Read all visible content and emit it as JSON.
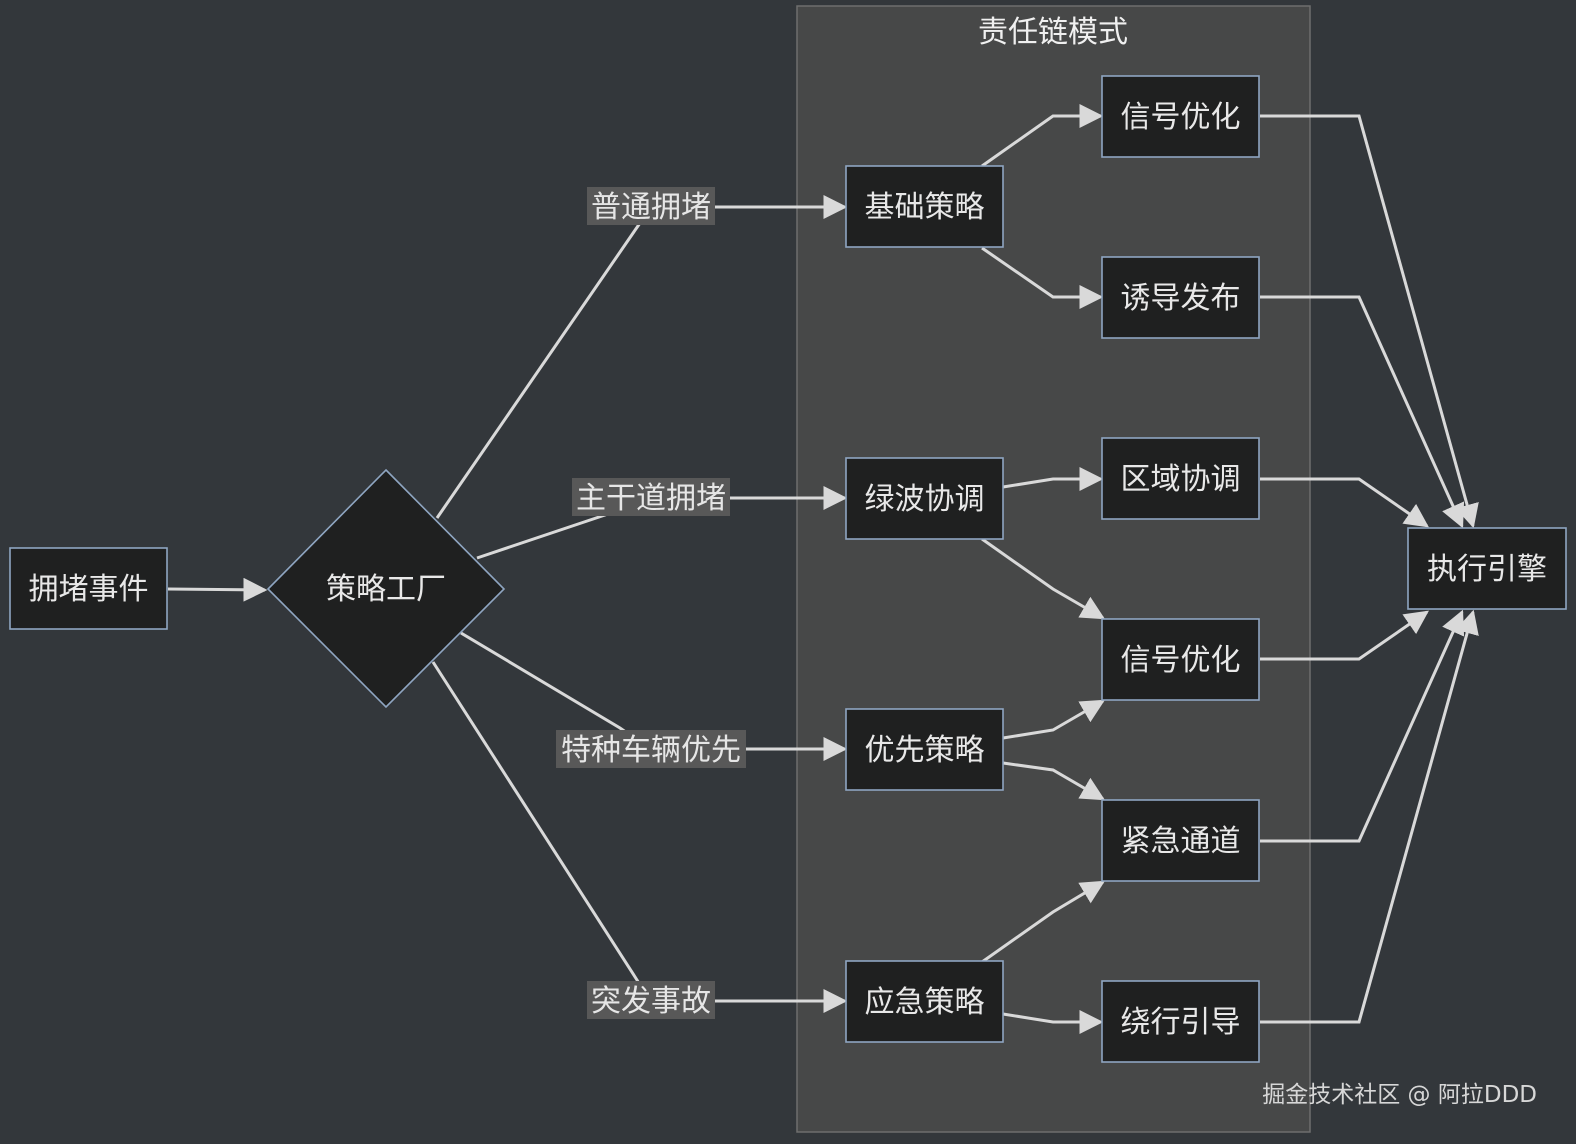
{
  "cluster": {
    "title": "责任链模式"
  },
  "nodes": {
    "event": "拥堵事件",
    "factory": "策略工厂",
    "basic": "基础策略",
    "green_wave": "绿波协调",
    "priority": "优先策略",
    "emergency": "应急策略",
    "signal_opt_1": "信号优化",
    "guidance": "诱导发布",
    "zone_coord": "区域协调",
    "signal_opt_2": "信号优化",
    "emergency_lane": "紧急通道",
    "detour": "绕行引导",
    "engine": "执行引擎"
  },
  "edge_labels": {
    "normal": "普通拥堵",
    "arterial": "主干道拥堵",
    "special": "特种车辆优先",
    "accident": "突发事故"
  },
  "watermark": "掘金技术社区 @ 阿拉DDD",
  "colors": {
    "background": "#33373b",
    "cluster": "#474848",
    "node_fill": "#1f2020",
    "node_stroke": "#8fa6c2",
    "edge": "#d9d9d9"
  }
}
